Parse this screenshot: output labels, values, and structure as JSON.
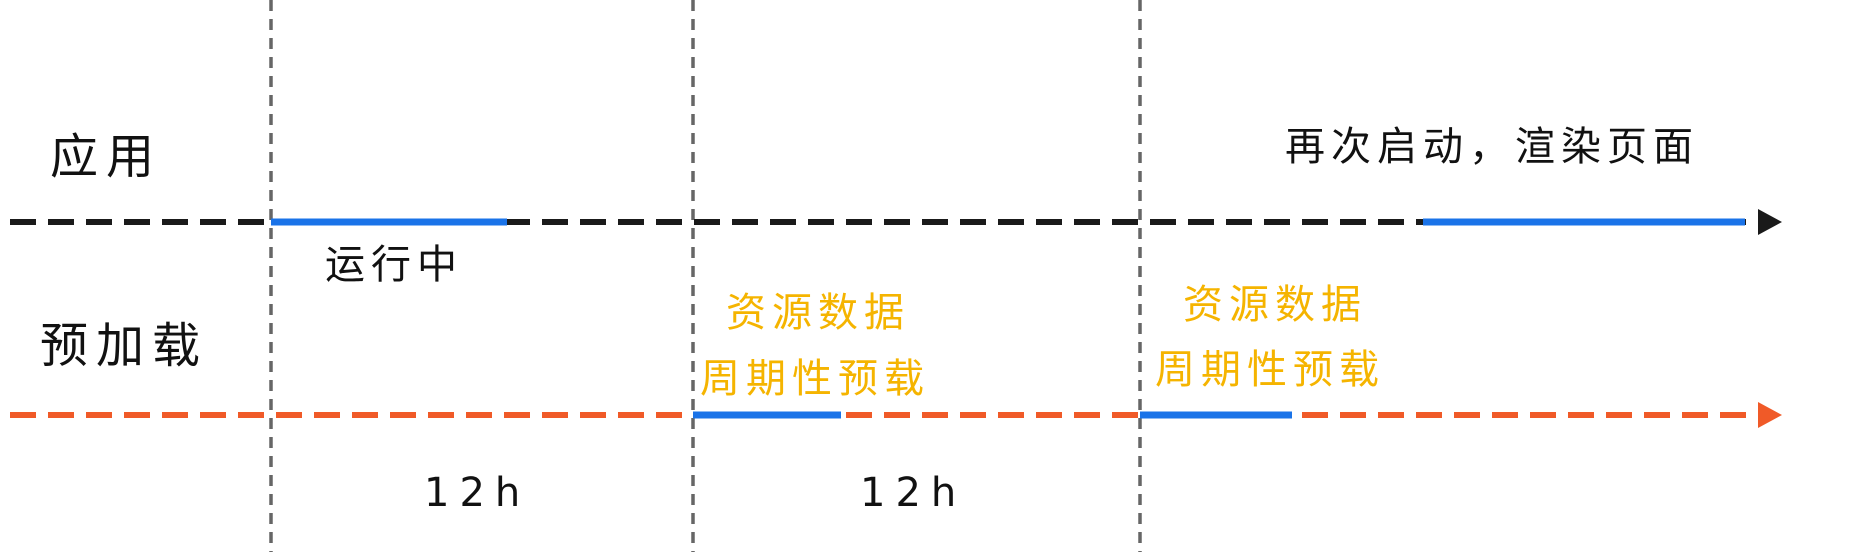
{
  "rows": {
    "app": {
      "label": "应用"
    },
    "preload": {
      "label": "预加载"
    }
  },
  "annotations": {
    "running": "运行中",
    "relaunch": "再次启动，渲染页面",
    "preload_1_line1": "资源数据",
    "preload_1_line2": "周期性预载",
    "preload_2_line1": "资源数据",
    "preload_2_line2": "周期性预载"
  },
  "intervals": [
    "12h",
    "12h"
  ],
  "colors": {
    "black_line": "#1a1a1a",
    "orange_line": "#f05a28",
    "blue_segment": "#1a73e8",
    "accent_text": "#f5b400",
    "divider": "#666666"
  }
}
